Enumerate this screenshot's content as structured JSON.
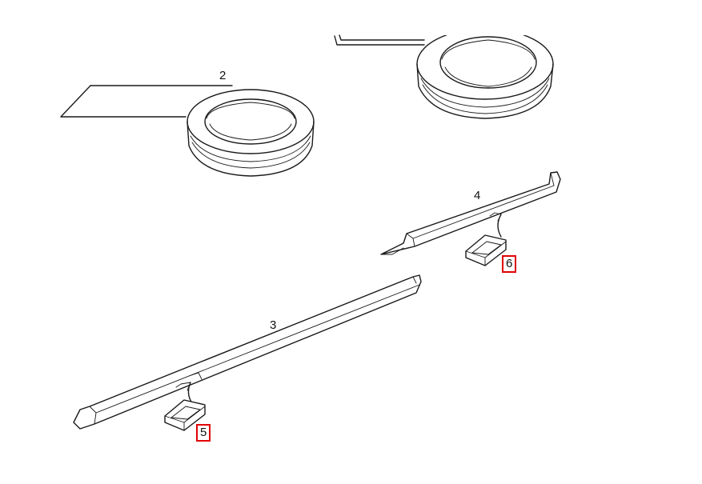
{
  "diagram": {
    "callouts": {
      "ring_small": "2",
      "trim_long": "3",
      "trim_short": "4",
      "clip_long": "5",
      "clip_short": "6"
    },
    "highlight_color": "#e00000",
    "line_color": "#1a1a1a"
  }
}
